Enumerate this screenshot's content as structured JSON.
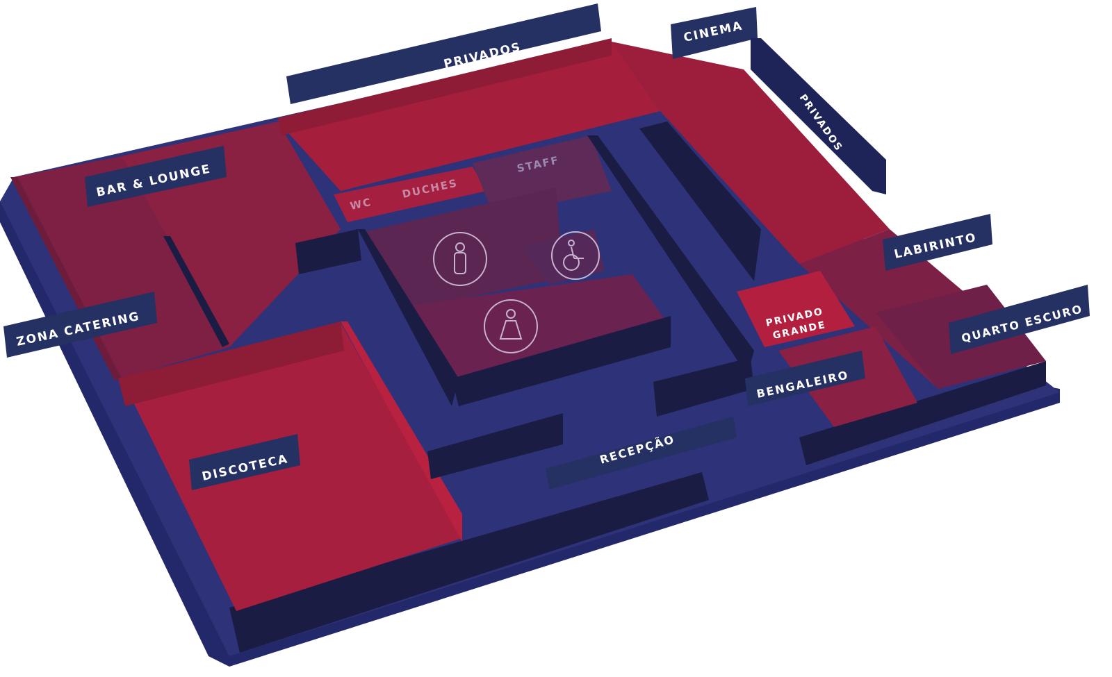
{
  "map": {
    "labels": {
      "privados_top": "PRIVADOS",
      "cinema": "CINEMA",
      "privados_side": "PRIVADOS",
      "bar_lounge": "BAR & LOUNGE",
      "zona_catering": "ZONA CATERING",
      "discoteca": "DISCOTECA",
      "recepcao": "RECEPÇÃO",
      "bengaleiro": "BENGALEIRO",
      "labirinto": "LABIRINTO",
      "quarto_escuro": "QUARTO ESCURO",
      "privado_grande_1": "PRIVADO",
      "privado_grande_2": "GRANDE",
      "wc": "WC",
      "duches": "DUCHES",
      "staff": "STAFF"
    },
    "icons": [
      "male-restroom-icon",
      "wheelchair-icon",
      "female-restroom-icon"
    ],
    "colors": {
      "floor": "#2e3278",
      "base_edge": "#1e2255",
      "wall": "#1c1d45",
      "room_red": "#a52040",
      "room_red_dark": "#8e1c3c",
      "room_maroon": "#7a2048",
      "room_purple": "#5e2a58",
      "label_bg": "#253063",
      "label_text": "#ffffff",
      "dim_text": "#c98aa8"
    }
  }
}
